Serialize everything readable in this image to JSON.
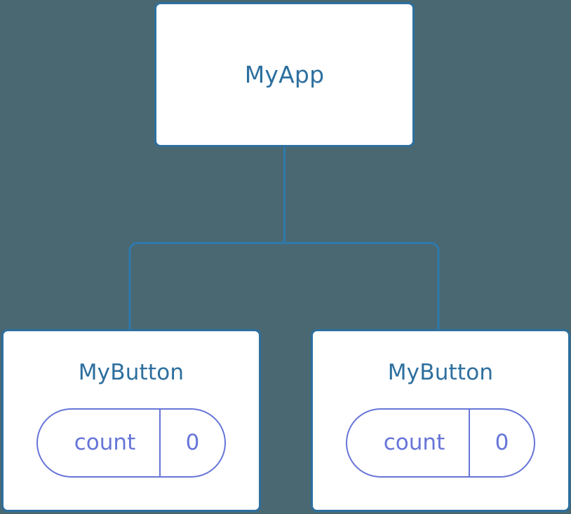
{
  "diagram": {
    "type": "component-tree",
    "background_color": "#4a6872",
    "node_border_color": "#2d6f9e",
    "node_text_color": "#2d6f9e",
    "state_badge_color": "#6675d8",
    "connector_color": "#2d7aab",
    "root": {
      "label": "MyApp"
    },
    "children": [
      {
        "label": "MyButton",
        "state": {
          "key": "count",
          "value": "0"
        }
      },
      {
        "label": "MyButton",
        "state": {
          "key": "count",
          "value": "0"
        }
      }
    ]
  }
}
